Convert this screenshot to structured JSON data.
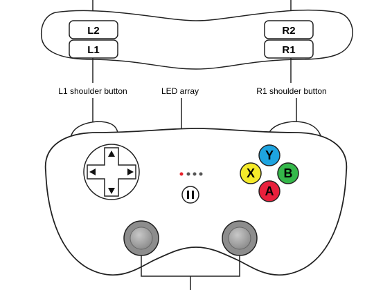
{
  "labels": {
    "l1_callout": "L1 shoulder button",
    "led_callout": "LED array",
    "r1_callout": "R1 shoulder button"
  },
  "shoulder_buttons": {
    "l2": "L2",
    "l1": "L1",
    "r2": "R2",
    "r1": "R1"
  },
  "face_buttons": [
    {
      "id": "y",
      "label": "Y",
      "color": "#1ea4e0"
    },
    {
      "id": "x",
      "label": "X",
      "color": "#f5ea2a"
    },
    {
      "id": "b",
      "label": "B",
      "color": "#35b84a"
    },
    {
      "id": "a",
      "label": "A",
      "color": "#e8203c"
    }
  ],
  "pause_icon": "pause-icon",
  "leds": [
    {
      "state": "on",
      "color": "#e8202a"
    },
    {
      "state": "off",
      "color": "#555555"
    },
    {
      "state": "off",
      "color": "#555555"
    },
    {
      "state": "off",
      "color": "#555555"
    }
  ],
  "colors": {
    "outline": "#222222",
    "thumbstick_outer": "#8a8a8a",
    "thumbstick_inner": "#b3b3b3"
  }
}
